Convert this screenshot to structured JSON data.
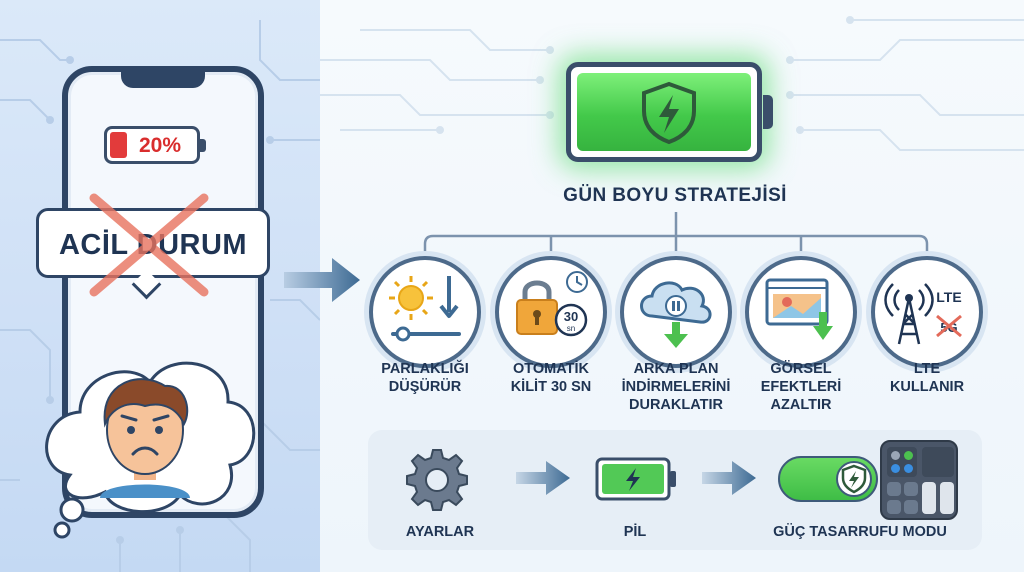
{
  "left": {
    "battery_percent": "20%",
    "battery_level": 0.2,
    "bubble_text": "ACİL DURUM"
  },
  "main": {
    "title": "GÜN BOYU STRATEJİSİ",
    "steps": [
      {
        "icon": "brightness-down-icon",
        "lines": [
          "PARLAKLIĞI",
          "DÜŞÜRÜR"
        ]
      },
      {
        "icon": "auto-lock-icon",
        "badge": [
          "30",
          "sn"
        ],
        "lines": [
          "OTOMATİK",
          "KİLİT 30 SN"
        ]
      },
      {
        "icon": "cloud-pause-icon",
        "lines": [
          "ARKA PLAN",
          "İNDİRMELERİNİ",
          "DURAKLATIR"
        ]
      },
      {
        "icon": "visual-effects-icon",
        "lines": [
          "GÖRSEL",
          "EFEKTLERİ",
          "AZALTIR"
        ]
      },
      {
        "icon": "cell-tower-icon",
        "badge": [
          "LTE",
          "5G"
        ],
        "lines": [
          "LTE",
          "KULLANIR"
        ]
      }
    ]
  },
  "path": {
    "items": [
      {
        "icon": "gear-icon",
        "label": "AYARLAR"
      },
      {
        "icon": "battery-icon",
        "label": "PİL"
      },
      {
        "icon": "power-saving-toggle-icon",
        "label": "GÜÇ TASARRUFU MODU"
      }
    ]
  },
  "colors": {
    "navy": "#1f3453",
    "green": "#43c94a",
    "red": "#e23b3b",
    "accent_blue": "#4d6a8a"
  }
}
